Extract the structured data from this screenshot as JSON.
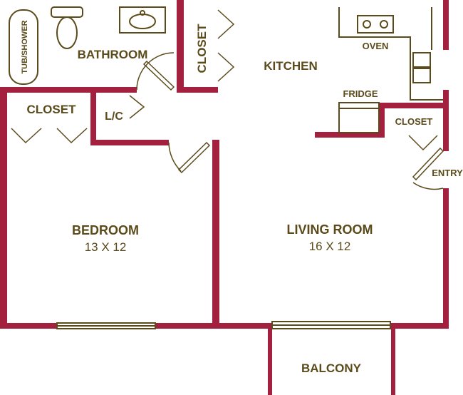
{
  "rooms": {
    "tub": {
      "label": "TUB/SHOWER"
    },
    "bathroom": {
      "label": "BATHROOM"
    },
    "closet_top": {
      "label": "CLOSET"
    },
    "kitchen": {
      "label": "KITCHEN"
    },
    "oven": {
      "label": "OVEN"
    },
    "fridge": {
      "label": "FRIDGE"
    },
    "closet_left": {
      "label": "CLOSET"
    },
    "linen_closet": {
      "label": "L/C"
    },
    "closet_right": {
      "label": "CLOSET"
    },
    "entry": {
      "label": "ENTRY"
    },
    "bedroom": {
      "label": "BEDROOM",
      "dims": "13 X 12"
    },
    "living_room": {
      "label": "LIVING ROOM",
      "dims": "16 X 12"
    },
    "balcony": {
      "label": "BALCONY"
    }
  },
  "colors": {
    "wall": "#a3203f",
    "text": "#5b4a1a",
    "background": "#ffffff"
  }
}
